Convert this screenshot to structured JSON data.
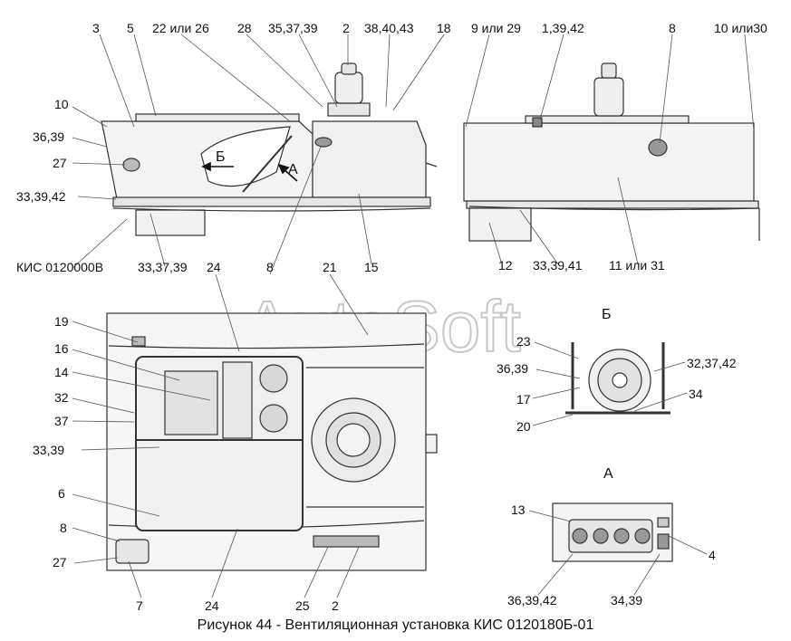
{
  "caption": "Рисунок 44 - Вентиляционная установка КИС 0120180Б-01",
  "watermark": "AutoSoft",
  "view_labels": {
    "b": "Б",
    "a": "А"
  },
  "arrow_labels": {
    "b": "Б",
    "a": "А"
  },
  "labels": {
    "l3": "3",
    "l5": "5",
    "l22": "22 или 26",
    "l28": "28",
    "l35": "35,37,39",
    "l2top": "2",
    "l38": "38,40,43",
    "l18": "18",
    "l9": "9 или 29",
    "l1": "1,39,42",
    "l8top": "8",
    "l10or30": "10 или30",
    "l10": "10",
    "l36a": "36,39",
    "l27a": "27",
    "l33a": "33,39,42",
    "lkis": "КИС 0120000В",
    "l33b": "33,37,39",
    "l24a": "24",
    "l8b": "8",
    "l21": "21",
    "l15": "15",
    "l12": "12",
    "l33c": "33,39,41",
    "l11": "11 или 31",
    "l19": "19",
    "l16": "16",
    "l14": "14",
    "l32": "32",
    "l37": "37",
    "l33d": "33,39",
    "l6": "6",
    "l8c": "8",
    "l27b": "27",
    "l7": "7",
    "l24b": "24",
    "l25": "25",
    "l2b": "2",
    "l23": "23",
    "l36b": "36,39",
    "l32b": "32,37,42",
    "l17": "17",
    "l34a": "34",
    "l20": "20",
    "l13": "13",
    "l4": "4",
    "l36c": "36,39,42",
    "l34b": "34,39"
  }
}
